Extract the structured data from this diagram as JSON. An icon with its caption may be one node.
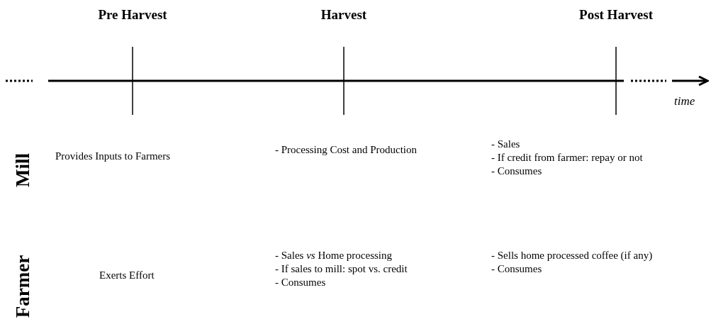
{
  "diagram": {
    "labels": [
      "Pre Harvest",
      "Harvest",
      "Post Harvest",
      "time",
      "Mill",
      "Provides Inputs to Farmers",
      "- Processing Cost and Production",
      "- Sales",
      "- If credit from farmer: repay or not",
      "- Consumes",
      "Farmer",
      "Exerts Effort",
      "- Sales *vs* Home processing",
      "- If sales to mill: spot vs. credit",
      "- Consumes",
      "- Sells home processed coffee (if any)",
      "- Consumes"
    ]
  }
}
